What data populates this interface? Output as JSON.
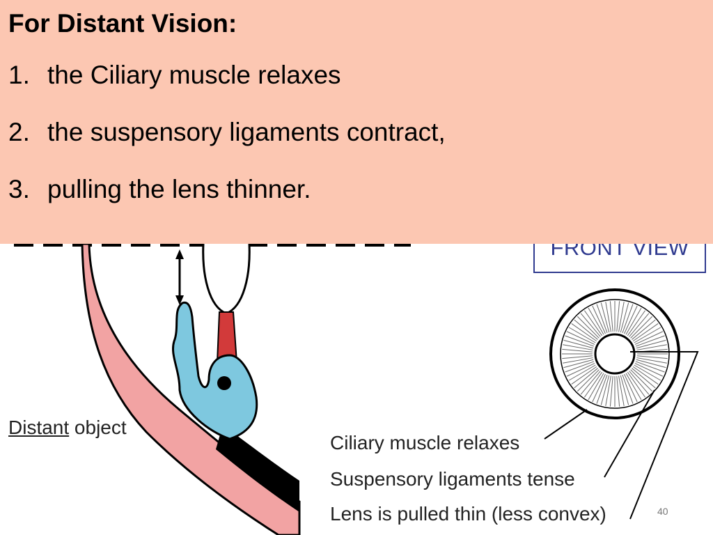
{
  "textbox": {
    "heading": "For Distant Vision:",
    "items": [
      {
        "num": "1.",
        "text": "the Ciliary muscle relaxes"
      },
      {
        "num": "2.",
        "text": "the suspensory ligaments contract,"
      },
      {
        "num": "3.",
        "text": "pulling the lens thinner."
      }
    ]
  },
  "diagram": {
    "front_view_label": "FRONT VIEW",
    "distant_object": {
      "underlined": "Distant",
      "rest": " object"
    },
    "labels": {
      "ciliary": "Ciliary muscle relaxes",
      "suspensory": "Suspensory ligaments tense",
      "lens": "Lens is pulled thin (less convex)"
    }
  },
  "slide_number": "40",
  "colors": {
    "textbox_bg": "#fcc7b2",
    "sclera_pink": "#f2a3a3",
    "ciliary_blue": "#7ec8df",
    "ligament_red": "#d23a3a",
    "front_view_blue": "#2f3a8f"
  }
}
